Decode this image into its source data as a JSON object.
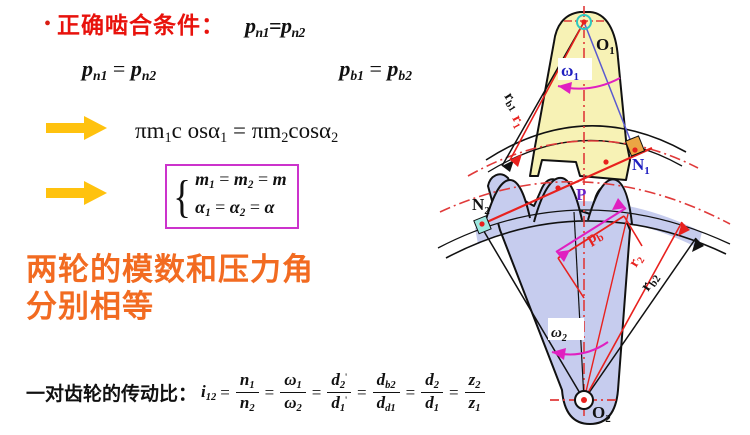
{
  "slide": {
    "bullet": {
      "dot": "•",
      "heading_cn": "正确啮合条件：",
      "heading_eq_p": "p",
      "heading_eq_sub1": "n1",
      "heading_eq_mid": "=p",
      "heading_eq_sub2": "n2"
    },
    "equations_row": {
      "left": {
        "p": "p",
        "sub1": "n1",
        "eq": " = ",
        "p2": "p",
        "sub2": "n2"
      },
      "right": {
        "p": "p",
        "sub1": "b1",
        "eq": " = ",
        "p2": "p",
        "sub2": "b2"
      }
    },
    "pi_equation": {
      "lhs_pi": "π",
      "lhs_m": "m",
      "lhs_m_sub": "1",
      "lhs_cos": "c osα",
      "lhs_cos_sub": "1",
      "equals": " = ",
      "rhs_pi": "π",
      "rhs_m": "m",
      "rhs_m_sub": "2",
      "rhs_cos": "cosα",
      "rhs_cos_sub": "2"
    },
    "boxed_system": {
      "brace": "{",
      "line1": {
        "m": "m",
        "s1": "1",
        "eq1": " = ",
        "m2": "m",
        "s2": "2",
        "eq2": " = ",
        "m3": "m"
      },
      "line2": {
        "a": "α",
        "s1": "1",
        "eq1": " = ",
        "a2": "α",
        "s2": "2",
        "eq2": " = ",
        "a3": "α"
      },
      "border_color": "#cc33cc"
    },
    "conclusion": "两轮的模数和压力角\n分别相等",
    "conclusion_color": "#f26b21",
    "ratio_line": {
      "label": "一对齿轮的传动比：",
      "i_symbol": "i",
      "i_sub": "12",
      "equals": "=",
      "fractions": [
        {
          "num": "n",
          "num_sub": "1",
          "num_prime": "",
          "den": "n",
          "den_sub": "2",
          "den_prime": ""
        },
        {
          "num": "ω",
          "num_sub": "1",
          "num_prime": "",
          "den": "ω",
          "den_sub": "2",
          "den_prime": ""
        },
        {
          "num": "d",
          "num_sub": "2",
          "num_prime": "'",
          "den": "d",
          "den_sub": "1",
          "den_prime": "'"
        },
        {
          "num": "d",
          "num_sub": "b2",
          "num_prime": "",
          "den": "d",
          "den_sub": "d1",
          "den_prime": ""
        },
        {
          "num": "d",
          "num_sub": "2",
          "num_prime": "",
          "den": "d",
          "den_sub": "1",
          "den_prime": ""
        },
        {
          "num": "z",
          "num_sub": "2",
          "num_prime": "",
          "den": "z",
          "den_sub": "1",
          "den_prime": ""
        }
      ]
    },
    "arrows": {
      "count": 2,
      "color": "#ffc20e",
      "name": "implies-arrow"
    }
  },
  "diagram": {
    "title": "gear-meshing-diagram",
    "colors": {
      "gear1_fill": "#f7f2b5",
      "gear2_fill": "#c6ccee",
      "outline": "#111111",
      "red": "#e8211e",
      "dashdot_red": "#e03a3a",
      "blue_line": "#5a5ad0",
      "magenta": "#e020c0",
      "orange_square": "#eba544",
      "cyan_square": "#9de8e0"
    },
    "labels": {
      "O1": "O",
      "O1_sub": "1",
      "O2": "O",
      "O2_sub": "2",
      "omega1": "ω",
      "omega1_sub": "1",
      "omega2": "ω",
      "omega2_sub": "2",
      "rb1": "r",
      "rb1_sub": "b1",
      "r1": "r",
      "r1_sub": "1",
      "rb2": "r",
      "rb2_sub": "b2",
      "r2": "r",
      "r2_sub": "2",
      "N1": "N",
      "N1_sub": "1",
      "N2": "N",
      "N2_sub": "2",
      "P": "P",
      "pb": "p",
      "pb_sub": "b"
    }
  }
}
